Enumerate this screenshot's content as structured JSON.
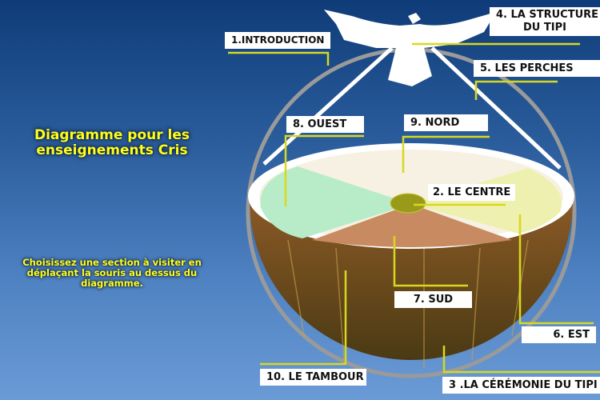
{
  "title": "Diagramme pour les enseignements Cris",
  "instructions": "Choisissez une section à visiter en déplaçant la souris au dessus du diagramme.",
  "sections": {
    "s1": "1.INTRODUCTION",
    "s2": "2. LE CENTRE",
    "s3": "3 .LA CÉRÉMONIE DU TIPI",
    "s4a": "4. LA STRUCTURE",
    "s4b": "DU TIPI",
    "s5": "5. LES PERCHES",
    "s6": "6. EST",
    "s7": "7. SUD",
    "s8": "8. OUEST",
    "s9": "9. NORD",
    "s10": "10. LE TAMBOUR"
  },
  "colors": {
    "leader": "#d8d820",
    "west": "#b8ecc8",
    "east": "#eef0b0",
    "south": "#c88a60",
    "north": "#f6f1e2",
    "center": "#9a9a1a"
  }
}
